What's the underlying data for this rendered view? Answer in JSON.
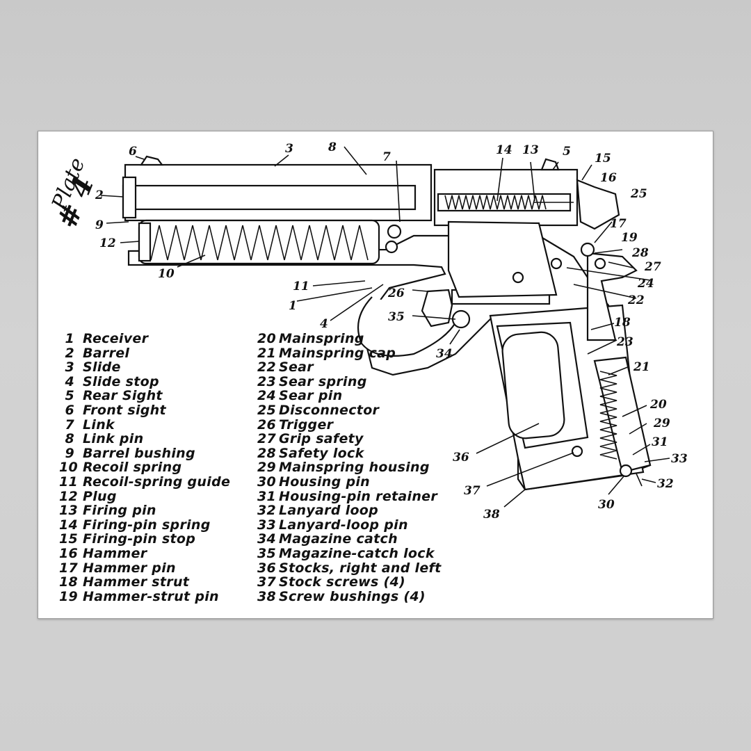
{
  "plate": {
    "label": "Plate",
    "number": "# 4"
  },
  "parts": [
    {
      "num": "1",
      "name": "Receiver"
    },
    {
      "num": "2",
      "name": "Barrel"
    },
    {
      "num": "3",
      "name": "Slide"
    },
    {
      "num": "4",
      "name": "Slide stop"
    },
    {
      "num": "5",
      "name": "Rear Sight"
    },
    {
      "num": "6",
      "name": "Front sight"
    },
    {
      "num": "7",
      "name": "Link"
    },
    {
      "num": "8",
      "name": "Link pin"
    },
    {
      "num": "9",
      "name": "Barrel bushing"
    },
    {
      "num": "10",
      "name": "Recoil spring"
    },
    {
      "num": "11",
      "name": "Recoil-spring guide"
    },
    {
      "num": "12",
      "name": "Plug"
    },
    {
      "num": "13",
      "name": "Firing pin"
    },
    {
      "num": "14",
      "name": "Firing-pin spring"
    },
    {
      "num": "15",
      "name": "Firing-pin stop"
    },
    {
      "num": "16",
      "name": "Hammer"
    },
    {
      "num": "17",
      "name": "Hammer pin"
    },
    {
      "num": "18",
      "name": "Hammer strut"
    },
    {
      "num": "19",
      "name": "Hammer-strut pin"
    },
    {
      "num": "20",
      "name": "Mainspring"
    },
    {
      "num": "21",
      "name": "Mainspring cap"
    },
    {
      "num": "22",
      "name": "Sear"
    },
    {
      "num": "23",
      "name": "Sear spring"
    },
    {
      "num": "24",
      "name": "Sear pin"
    },
    {
      "num": "25",
      "name": "Disconnector"
    },
    {
      "num": "26",
      "name": "Trigger"
    },
    {
      "num": "27",
      "name": "Grip safety"
    },
    {
      "num": "28",
      "name": "Safety lock"
    },
    {
      "num": "29",
      "name": "Mainspring housing"
    },
    {
      "num": "30",
      "name": "Housing pin"
    },
    {
      "num": "31",
      "name": "Housing-pin retainer"
    },
    {
      "num": "32",
      "name": "Lanyard loop"
    },
    {
      "num": "33",
      "name": "Lanyard-loop pin"
    },
    {
      "num": "34",
      "name": "Magazine catch"
    },
    {
      "num": "35",
      "name": "Magazine-catch lock"
    },
    {
      "num": "36",
      "name": "Stocks, right and left"
    },
    {
      "num": "37",
      "name": "Stock screws (4)"
    },
    {
      "num": "38",
      "name": "Screw bushings (4)"
    }
  ],
  "callouts": [
    "6",
    "3",
    "8",
    "7",
    "14",
    "13",
    "5",
    "15",
    "16",
    "25",
    "2",
    "9",
    "12",
    "10",
    "17",
    "19",
    "28",
    "27",
    "24",
    "22",
    "11",
    "1",
    "26",
    "35",
    "4",
    "18",
    "34",
    "23",
    "21",
    "20",
    "29",
    "31",
    "33",
    "32",
    "36",
    "37",
    "38",
    "30"
  ]
}
